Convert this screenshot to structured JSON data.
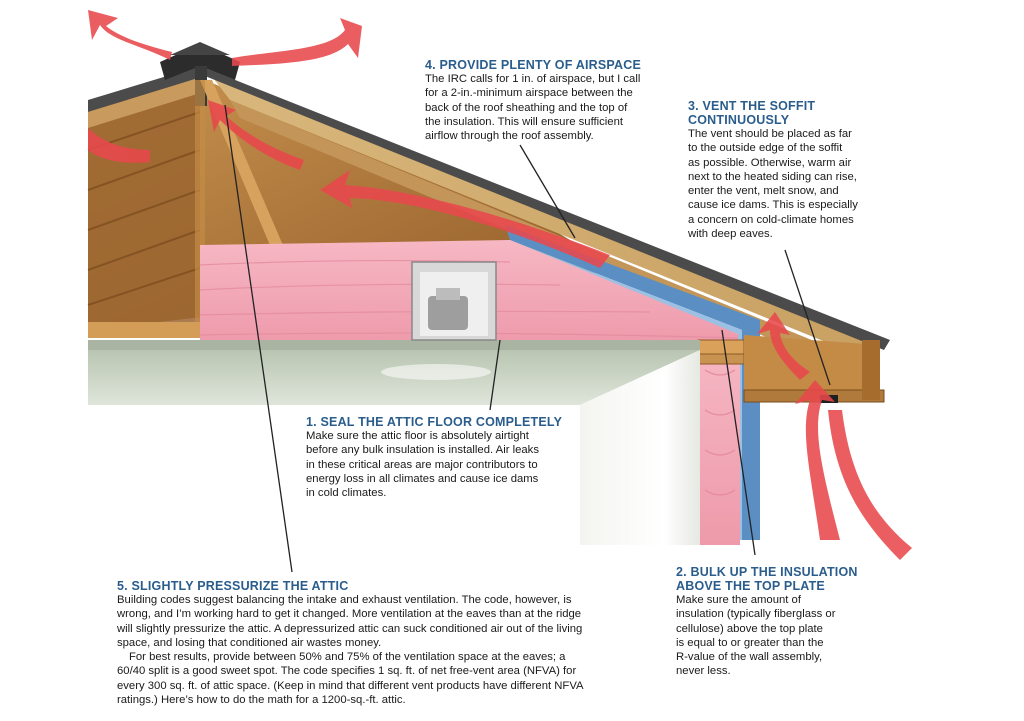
{
  "callouts": {
    "airspace": {
      "heading": "4. PROVIDE PLENTY OF AIRSPACE",
      "lines": [
        "The IRC calls for 1 in. of airspace, but I call",
        "for a 2-in.-minimum airspace between the",
        "back of the roof sheathing and the top of",
        "the insulation. This will ensure sufficient",
        "airflow through the roof assembly."
      ]
    },
    "soffit": {
      "heading_lines": [
        "3. VENT THE SOFFIT",
        "CONTINUOUSLY"
      ],
      "lines": [
        "The vent should be placed as far",
        "to the outside edge of the soffit",
        "as possible. Otherwise, warm air",
        "next to the heated siding can rise,",
        "enter the vent, melt snow, and",
        "cause ice dams. This is especially",
        "a concern on cold-climate homes",
        "with deep eaves."
      ]
    },
    "seal": {
      "heading": "1. SEAL THE ATTIC FLOOR COMPLETELY",
      "lines": [
        "Make sure the attic floor is absolutely airtight",
        "before any bulk insulation is installed. Air leaks",
        "in these critical areas are major contributors to",
        "energy loss in all climates and cause ice dams",
        "in cold climates."
      ]
    },
    "bulk": {
      "heading_lines": [
        "2. BULK UP THE INSULATION",
        "ABOVE THE TOP PLATE"
      ],
      "lines": [
        "Make sure the amount of",
        "insulation (typically fiberglass or",
        "cellulose) above the top plate",
        "is equal to or greater than the",
        "R-value of the wall assembly,",
        "never less."
      ]
    },
    "pressurize": {
      "heading": "5. SLIGHTLY PRESSURIZE THE ATTIC",
      "lines": [
        "Building codes suggest balancing the intake and exhaust ventilation. The code, however, is",
        "wrong, and I’m working hard to get it changed. More ventilation at the eaves than at the ridge",
        "will slightly pressurize the attic. A depressurized attic can suck conditioned air out of the living",
        "space, and losing that conditioned air wastes money."
      ],
      "lines2": [
        "For best results, provide between 50% and 75% of the ventilation space at the eaves; a",
        "60/40 split is a good sweet spot. The code specifies 1 sq. ft. of net free-vent area (NFVA) for",
        "every 300 sq. ft. of attic space. (Keep in mind that different vent products have different NFVA",
        "ratings.) Here’s how to do the math for a 1200-sq.-ft. attic."
      ]
    }
  },
  "colors": {
    "heading": "#2a5d8c",
    "airflow_arrow": "#e8484c",
    "insulation": "#f2a7b4",
    "wood": "#b8823f",
    "ceiling": "#c9d3c2",
    "baffle": "#5b8fc4"
  }
}
